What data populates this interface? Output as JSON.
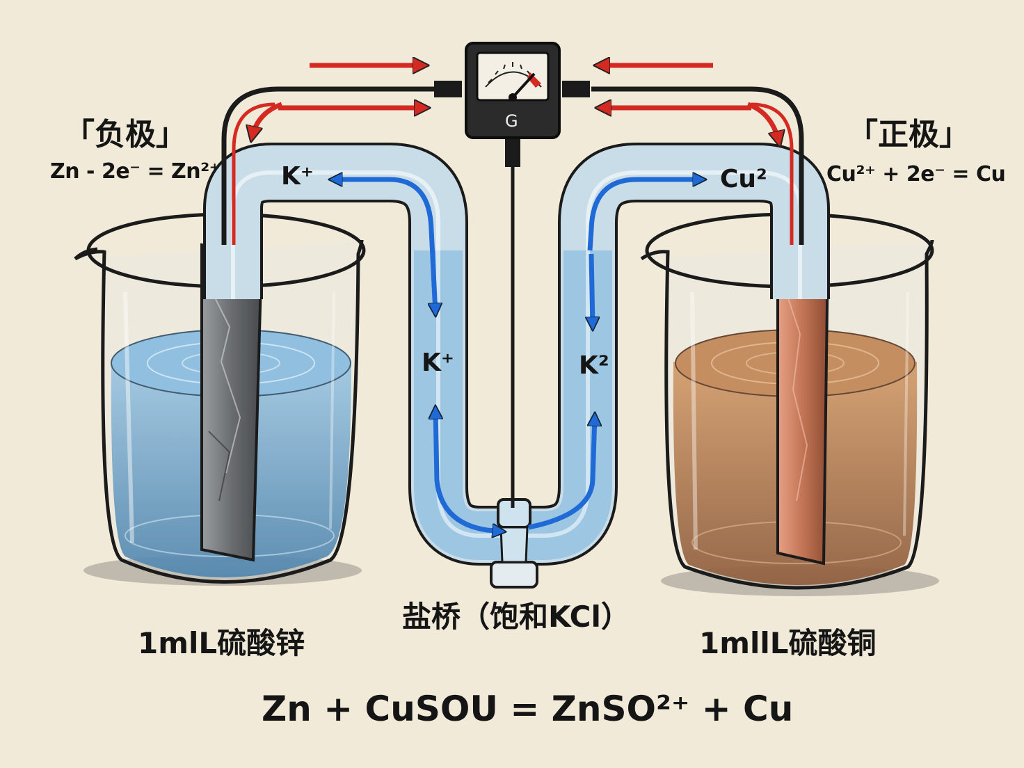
{
  "anode": {
    "title": "「负极」",
    "reaction": "Zn - 2e⁻ = Zn²⁺",
    "solution": "1mlL硫酸锌"
  },
  "cathode": {
    "title": "「正极」",
    "reaction": "Cu²⁺ + 2e⁻ = Cu",
    "solution": "1mllL硫酸铜"
  },
  "galvanometer": {
    "label": "G"
  },
  "salt_bridge": {
    "label": "盐桥（饱和KCl）",
    "ions": {
      "top_left": "K⁺",
      "top_right": "Cu²",
      "mid_left": "K⁺",
      "mid_right": "K²"
    }
  },
  "overall_equation": "Zn + CuSOU = ZnSO²⁺ + Cu",
  "colors": {
    "electron_flow": "#d42a22",
    "ion_flow": "#1f6ad6",
    "zinc_solution": "#4b8fc2",
    "copper_solution": "#a35a26",
    "zinc_electrode": "#6d7073",
    "copper_electrode": "#c27555"
  }
}
